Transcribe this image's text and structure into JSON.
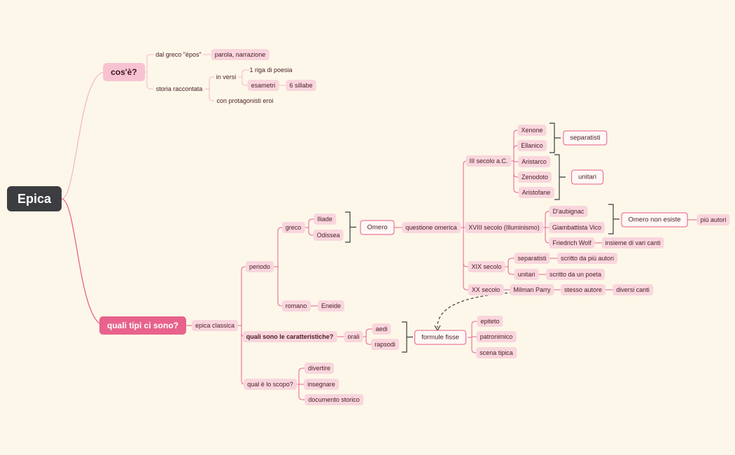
{
  "root": "Epica",
  "cose": {
    "label": "cos'è?",
    "dal_greco": "dal greco \"épos\"",
    "parola": "parola, narrazione",
    "storia": "storia raccontata",
    "in_versi": "in versi",
    "riga": "1 riga di poesia",
    "esametri": "esametri",
    "sillabe": "6 sillabe",
    "protagonisti": "con protagonisti eroi"
  },
  "tipi": {
    "label": "quali tipi ci sono?",
    "epica_classica": "epica classica",
    "periodo": "periodo",
    "greco": "greco",
    "iliade": "Iliade",
    "odissea": "Odissea",
    "omero": "Omero",
    "questione": "questione omerica",
    "romano": "romano",
    "eneide": "Eneide",
    "iii_secolo": "III secolo a.C.",
    "xenone": "Xenone",
    "ellanico": "Ellanico",
    "aristarco": "Aristarco",
    "zenodoto": "Zenodoto",
    "aristofane": "Aristofane",
    "separatisti_sum": "separatisti",
    "unitari_sum": "unitari",
    "xviii_secolo": "XVIII secolo (Illuminismo)",
    "daubignac": "D'aubignac",
    "vico": "Giambattista Vico",
    "wolf": "Friedrich Wolf",
    "omero_non_esiste": "Omero non esiste",
    "piu_autori": "più autori",
    "insieme": "insieme di vari canti",
    "xix_secolo": "XIX secolo",
    "separatisti": "separatisti",
    "scritto_piu": "scritto da più autori",
    "unitari": "unitari",
    "scritto_uno": "scritto da un poeta",
    "xx_secolo": "XX secolo",
    "parry": "Milman Parry",
    "stesso_autore": "stesso autore",
    "diversi_canti": "diversi canti",
    "caratteristiche": "quali sono le caratteristiche?",
    "orali": "orali",
    "aedi": "aedi",
    "rapsodi": "rapsodi",
    "formule": "formule fisse",
    "epiteto": "epiteto",
    "patronimico": "patronimico",
    "scena": "scena tipica",
    "scopo": "qual è lo scopo?",
    "divertire": "divertire",
    "insegnare": "insegnare",
    "documento": "documento storico"
  },
  "colors": {
    "background": "#fdf7e9",
    "branch_pink": "#e8628d",
    "branch_light": "#f5b8c6",
    "root": "#3b3d40",
    "pill": "#f9d6dd"
  }
}
